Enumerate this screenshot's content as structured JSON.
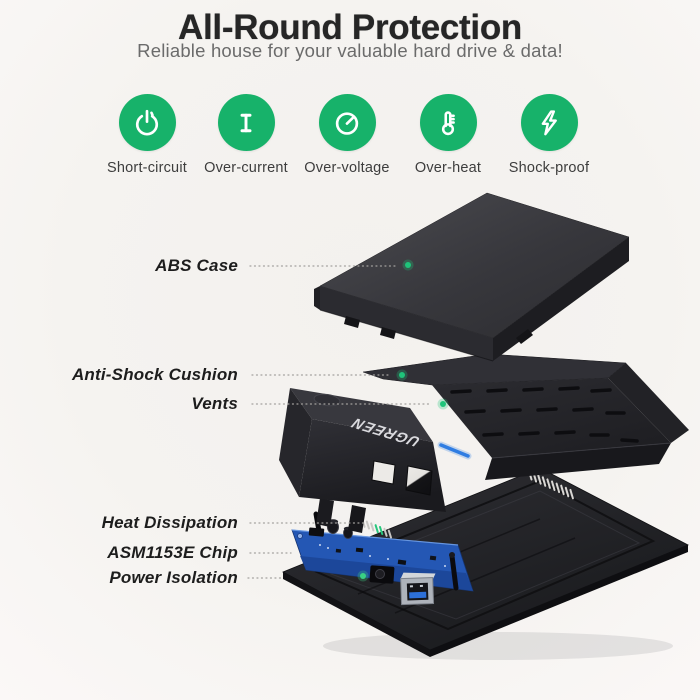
{
  "header": {
    "title": "All-Round Protection",
    "subtitle": "Reliable house for your valuable hard drive & data!"
  },
  "features": [
    {
      "label": "Short-circuit",
      "icon": "power-icon"
    },
    {
      "label": "Over-current",
      "icon": "letter-i-icon"
    },
    {
      "label": "Over-voltage",
      "icon": "gauge-icon"
    },
    {
      "label": "Over-heat",
      "icon": "thermometer-icon"
    },
    {
      "label": "Shock-proof",
      "icon": "lightning-icon"
    }
  ],
  "annotations": [
    {
      "label": "ABS Case"
    },
    {
      "label": "Anti-Shock Cushion"
    },
    {
      "label": "Vents"
    },
    {
      "label": "Heat Dissipation"
    },
    {
      "label": "ASM1153E  Chip"
    },
    {
      "label": "Power Isolation"
    }
  ],
  "product": {
    "brand": "UGREEN"
  },
  "colors": {
    "accent_green": "#17b26a",
    "dot_green": "#1fc47a",
    "pcb_blue": "#2457b4",
    "usb_led_blue": "#2f7de2",
    "background": "#f5f3f0",
    "title_text": "#262626",
    "subtitle_text": "#6b6b6b",
    "annotation_text": "#1d1d1d",
    "leader_line": "#a3a19e"
  }
}
